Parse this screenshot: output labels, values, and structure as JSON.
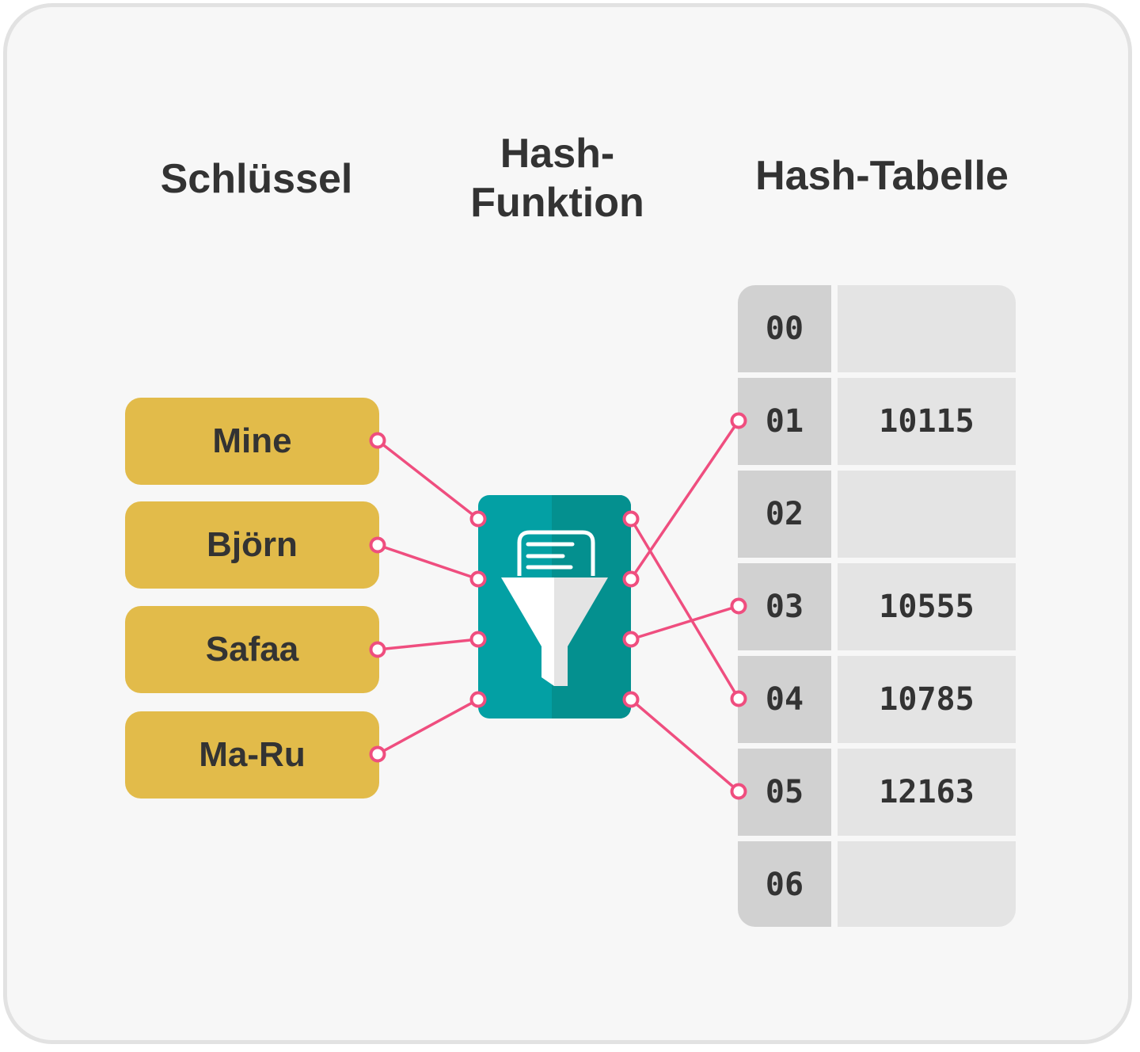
{
  "headings": {
    "keys": "Schlüssel",
    "function_line1": "Hash-",
    "function_line2": "Funktion",
    "table": "Hash-Tabelle"
  },
  "keys": [
    "Mine",
    "Björn",
    "Safaa",
    "Ma-Ru"
  ],
  "hash_table": [
    {
      "index": "00",
      "value": ""
    },
    {
      "index": "01",
      "value": "10115"
    },
    {
      "index": "02",
      "value": ""
    },
    {
      "index": "03",
      "value": "10555"
    },
    {
      "index": "04",
      "value": "10785"
    },
    {
      "index": "05",
      "value": "12163"
    },
    {
      "index": "06",
      "value": ""
    }
  ],
  "mappings": [
    {
      "key": "Mine",
      "index": "04"
    },
    {
      "key": "Björn",
      "index": "01"
    },
    {
      "key": "Safaa",
      "index": "03"
    },
    {
      "key": "Ma-Ru",
      "index": "05"
    }
  ],
  "colors": {
    "key_fill": "#e2bb4a",
    "function_fill": "#03a0a4",
    "connector": "#ef4e7f",
    "index_cell": "#d1d1d1",
    "value_cell": "#e4e4e4",
    "text": "#333333"
  },
  "icons": {
    "function": "funnel-document-icon",
    "connector_end": "ring-node-icon"
  }
}
